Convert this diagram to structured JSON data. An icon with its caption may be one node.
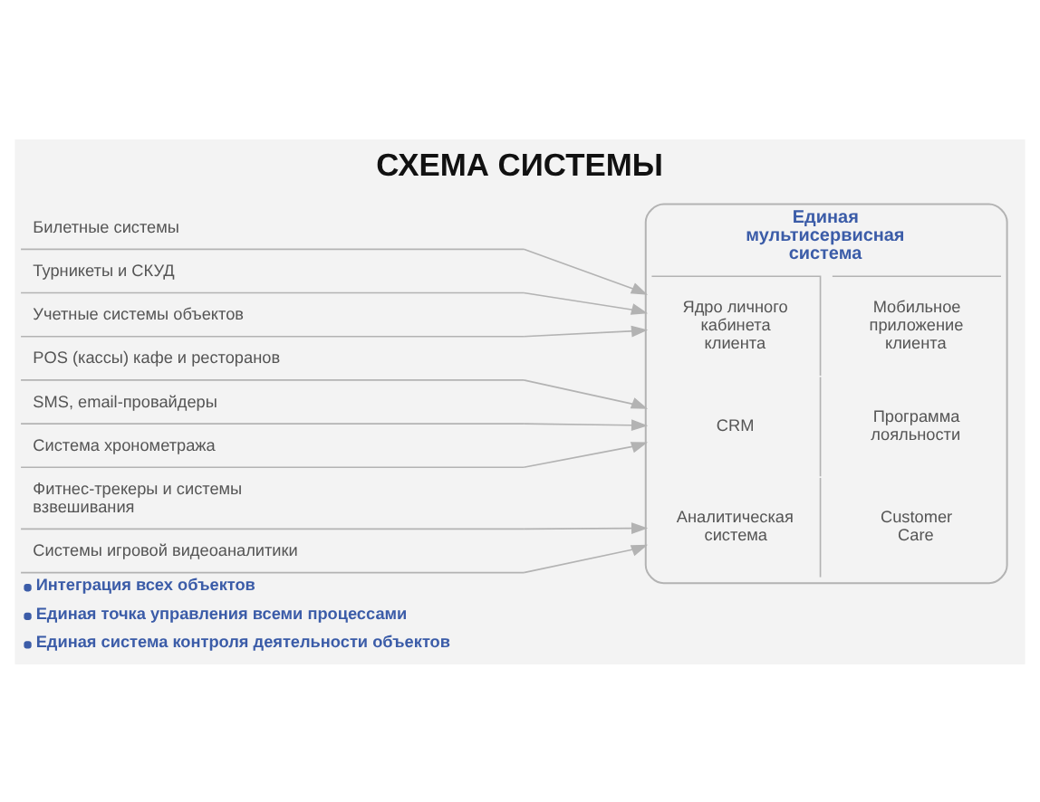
{
  "diagram": {
    "title": "СХЕМА СИСТЕМЫ",
    "nodes": [
      {
        "text": [
          "Билетные системы"
        ]
      },
      {
        "text": [
          "Турникеты и СКУД"
        ]
      },
      {
        "text": [
          "Учетные системы объектов"
        ]
      },
      {
        "text": [
          "POS (кассы) кафе и ресторанов"
        ]
      },
      {
        "text": [
          "SMS, email-провайдеры"
        ]
      },
      {
        "text": [
          "Система хронометража"
        ]
      },
      {
        "text": [
          "Фитнес-трекеры и системы взвешивания"
        ]
      },
      {
        "text": [
          "Системы игровой видеоаналитики"
        ]
      },
      {
        "text": [
          "Единая мультисервисная система"
        ]
      },
      {
        "text": [
          "Ядро личного кабинета клиента"
        ],
        "in": 8
      },
      {
        "text": [
          "Мобильное приложение клиента"
        ],
        "in": 8
      },
      {
        "text": [
          "CRM"
        ],
        "in": 8
      },
      {
        "text": [
          "Программа лояльности"
        ],
        "in": 8
      },
      {
        "text": [
          "Аналитическая система"
        ],
        "in": 8
      },
      {
        "text": [
          "Customer Care"
        ],
        "in": 8
      }
    ],
    "edges": [
      {
        "from": 0,
        "to": 8,
        "arrow": "to"
      },
      {
        "from": 1,
        "to": 8,
        "arrow": "to"
      },
      {
        "from": 2,
        "to": 8,
        "arrow": "to"
      },
      {
        "from": 3,
        "to": 8,
        "arrow": "to"
      },
      {
        "from": 4,
        "to": 8,
        "arrow": "to"
      },
      {
        "from": 5,
        "to": 8,
        "arrow": "to"
      },
      {
        "from": 6,
        "to": 8,
        "arrow": "to"
      },
      {
        "from": 7,
        "to": 8,
        "arrow": "to"
      }
    ],
    "labels": [
      "Интеграция всех объектов",
      "Единая точка управления всеми процессами",
      "Единая система контроля деятельности объектов"
    ]
  }
}
